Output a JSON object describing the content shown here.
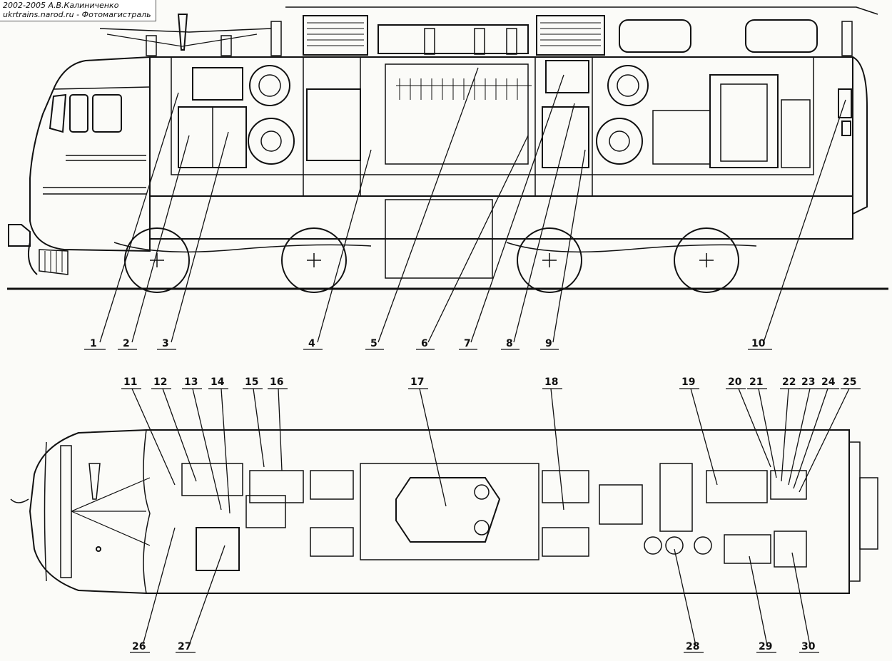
{
  "credit": {
    "line1": "2002-2005 А.В.Калиниченко",
    "line2": "ukrtrains.narod.ru - Фотомагистраль"
  },
  "labels_side": [
    "1",
    "2",
    "3",
    "4",
    "5",
    "6",
    "7",
    "8",
    "9",
    "10"
  ],
  "labels_plan": [
    "11",
    "12",
    "13",
    "14",
    "15",
    "16",
    "17",
    "18",
    "19",
    "20",
    "21",
    "22",
    "23",
    "24",
    "25",
    "26",
    "27",
    "28",
    "29",
    "30"
  ],
  "colors": {
    "ink": "#111111",
    "paper": "#fbfbf8"
  }
}
